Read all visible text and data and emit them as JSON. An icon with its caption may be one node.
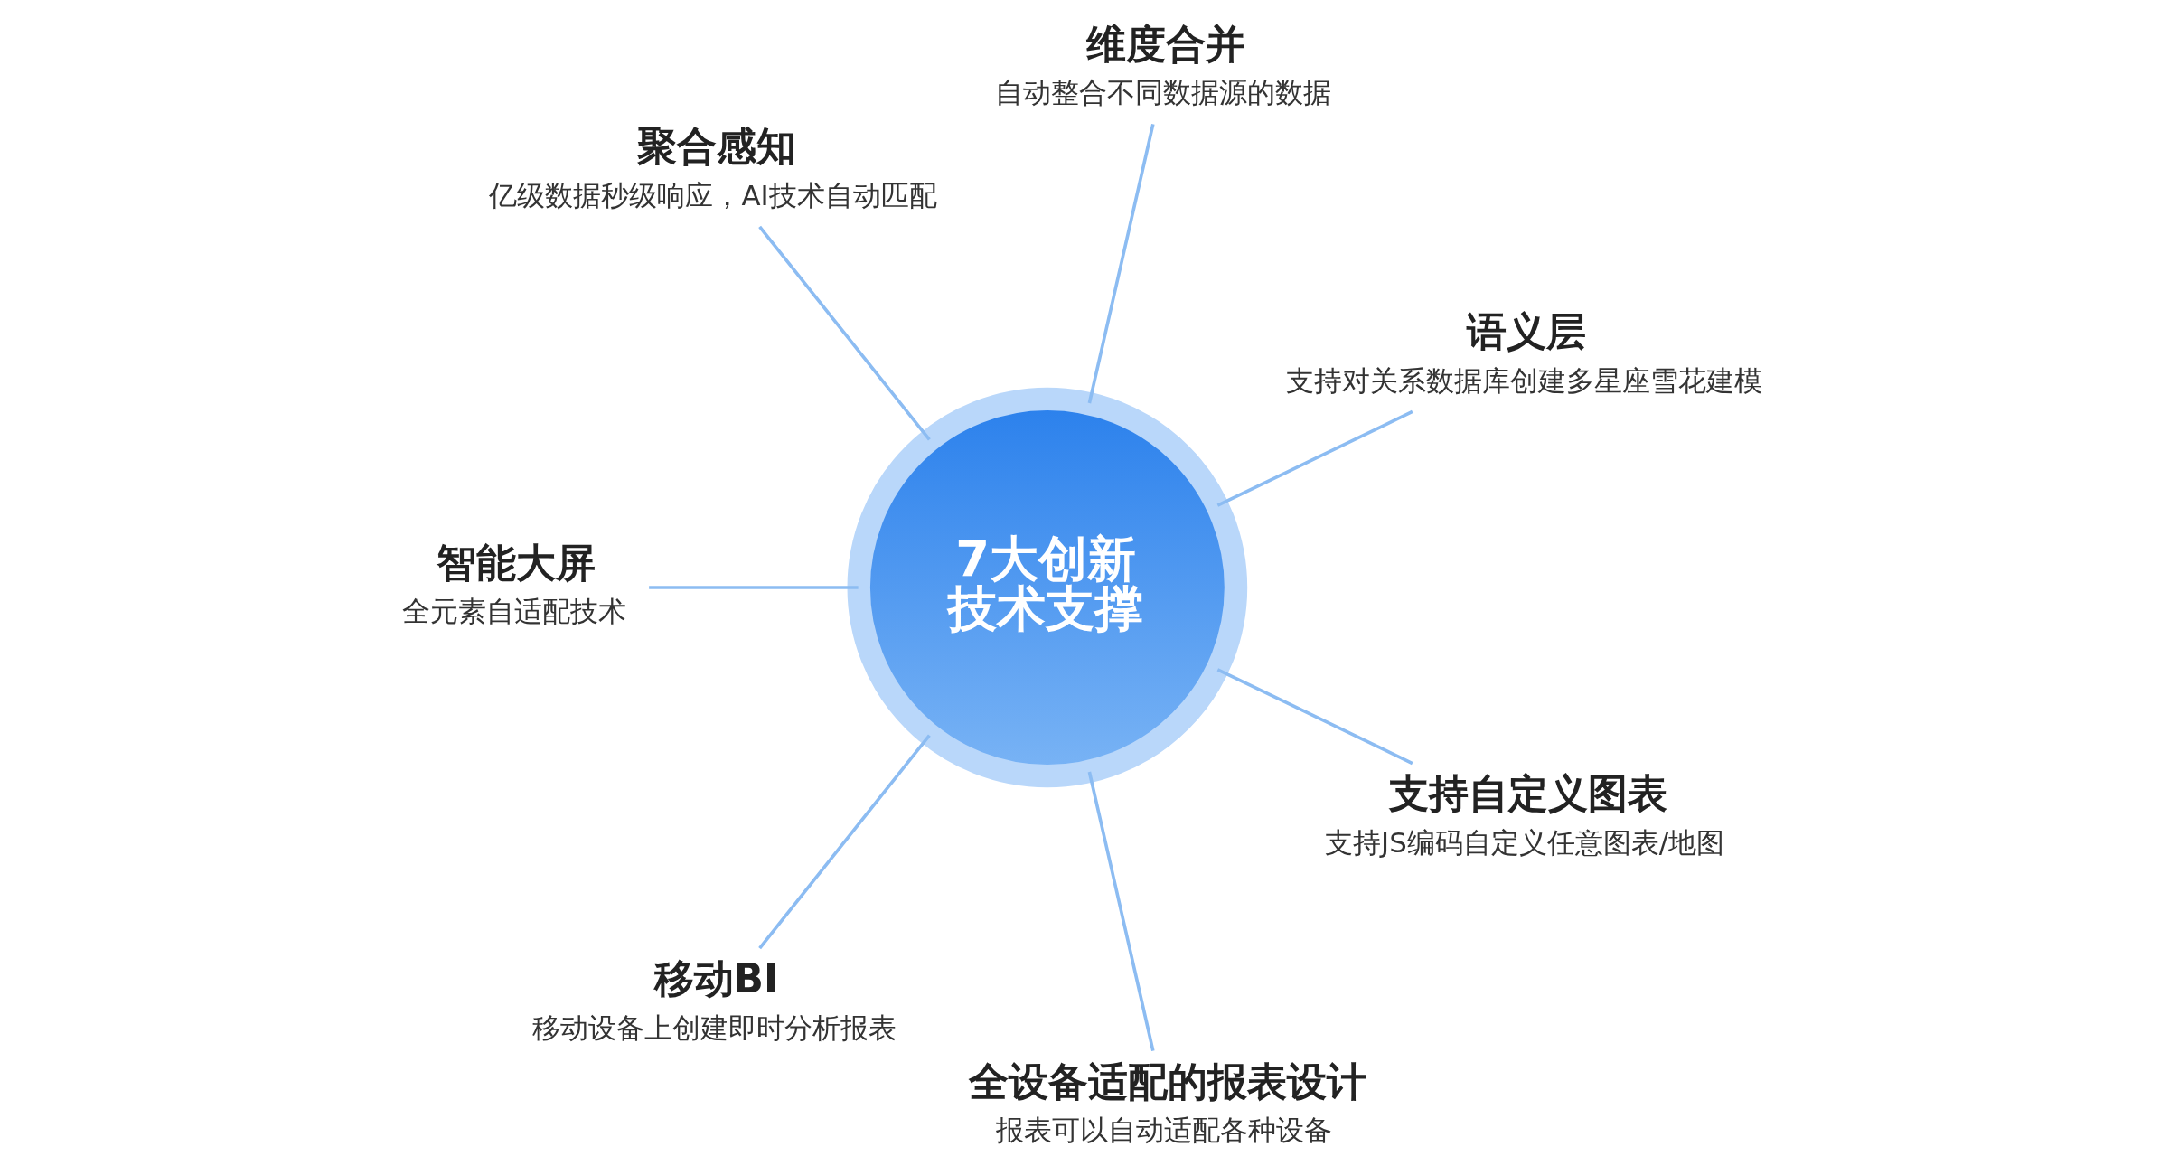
{
  "diagram": {
    "nodes": [
      {
        "text": [
          "7大创新技术支撑"
        ]
      },
      {
        "text": [
          "语义层",
          "支持对关系数据库创建多星座雪花建模"
        ]
      },
      {
        "text": [
          "维度合并",
          "自动整合不同数据源的数据"
        ]
      },
      {
        "text": [
          "聚合感知",
          "亿级数据秒级响应，AI技术自动匹配"
        ]
      },
      {
        "text": [
          "智能大屏",
          "全元素自适配技术"
        ]
      },
      {
        "text": [
          "移动BI",
          "移动设备上创建即时分析报表"
        ]
      },
      {
        "text": [
          "全设备适配的报表设计",
          "报表可以自动适配各种设备"
        ]
      },
      {
        "text": [
          "支持自定义图表",
          "支持JS编码自定义任意图表/地图"
        ]
      }
    ],
    "edges": [
      {
        "from": 0,
        "to": 1,
        "arrow": "none"
      },
      {
        "from": 0,
        "to": 2,
        "arrow": "none"
      },
      {
        "from": 0,
        "to": 3,
        "arrow": "none"
      },
      {
        "from": 0,
        "to": 4,
        "arrow": "none"
      },
      {
        "from": 0,
        "to": 5,
        "arrow": "none"
      },
      {
        "from": 0,
        "to": 6,
        "arrow": "none"
      },
      {
        "from": 0,
        "to": 7,
        "arrow": "none"
      }
    ]
  }
}
